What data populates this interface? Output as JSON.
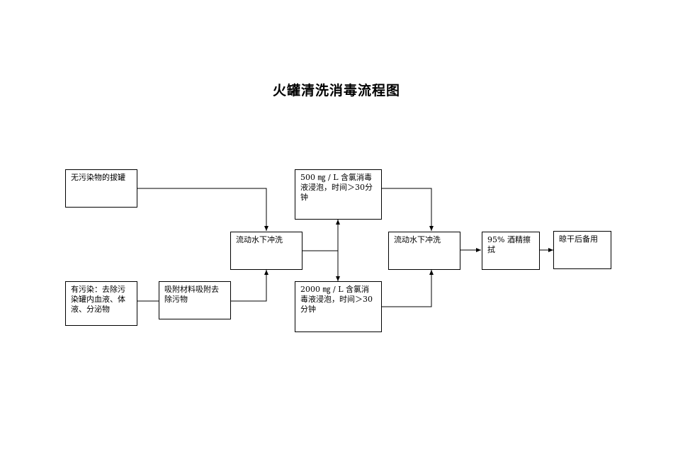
{
  "title": "火罐清洗消毒流程图",
  "nodes": {
    "clean_cups": "无污染物的拔罐",
    "contaminated_cups": "有污染：去除污染罐内血液、体液、分泌物",
    "absorb_material": "吸附材料吸附去除污物",
    "rinse_1": "流动水下冲洗",
    "soak_500": "500 ㎎ / L 含氯消毒液浸泡，时间＞30分钟",
    "soak_2000": "2000 ㎎ / L 含氯消毒液浸泡，时间＞30分钟",
    "rinse_2": "流动水下冲洗",
    "alcohol_wipe": "95% 酒精擦拭",
    "dry_store": "晾干后备用"
  }
}
